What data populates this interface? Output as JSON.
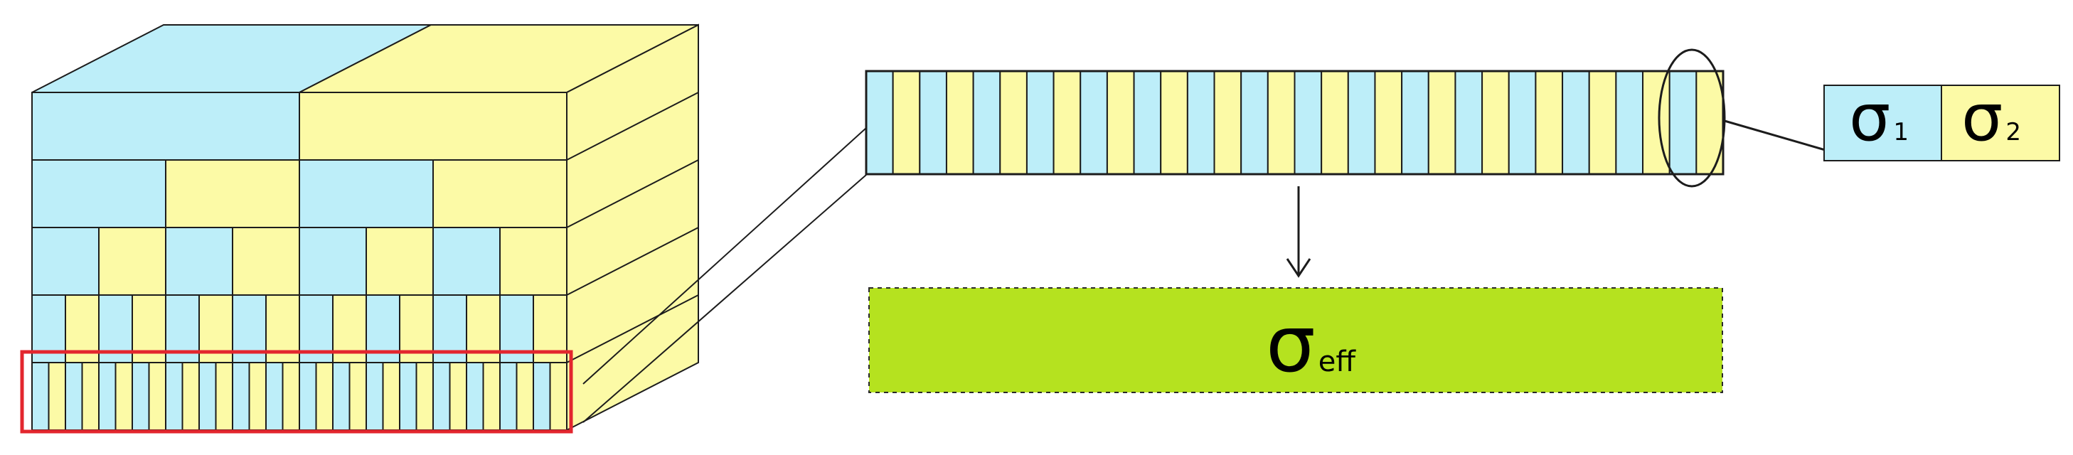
{
  "colors": {
    "material_1": "#bdeef9",
    "material_2": "#fcfaa6",
    "effective": "#b5e21f",
    "outline": "#1c1c1c",
    "highlight": "#e3262e"
  },
  "structure": {
    "level_divisions": [
      2,
      4,
      8,
      16,
      32
    ]
  },
  "zoomed_layer": {
    "stripe_count": 32
  },
  "unit_cell": {
    "sigma1": {
      "symbol": "σ",
      "subscript": "1"
    },
    "sigma2": {
      "symbol": "σ",
      "subscript": "2"
    }
  },
  "effective_layer": {
    "symbol": "σ",
    "subscript": "eff"
  }
}
